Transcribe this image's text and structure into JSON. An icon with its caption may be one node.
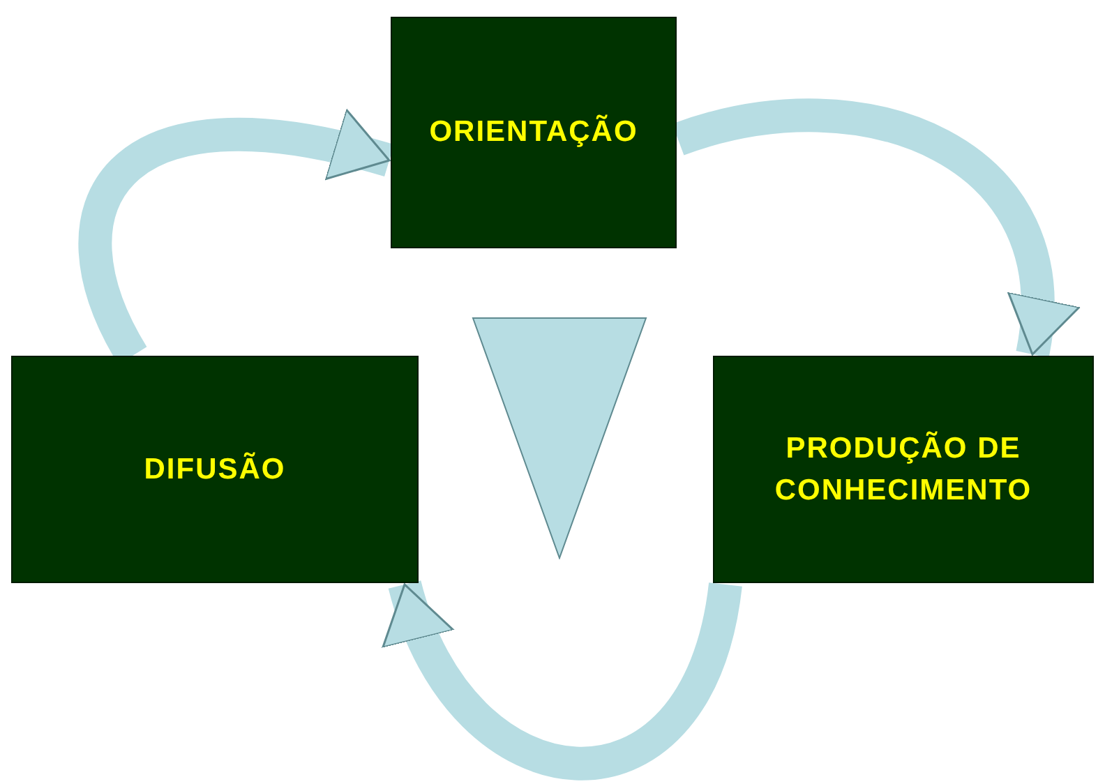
{
  "diagram": {
    "nodes": [
      {
        "text": [
          "ORIENTAÇÃO"
        ]
      },
      {
        "text": [
          "PRODUÇÃO DE CONHECIMENTO"
        ]
      },
      {
        "text": [
          "DIFUSÃO"
        ]
      },
      {
        "text": [],
        "shape": "triangle"
      }
    ],
    "edges": [
      {
        "from": 2,
        "to": 0,
        "arrow": "to"
      },
      {
        "from": 0,
        "to": 1,
        "arrow": "to"
      },
      {
        "from": 1,
        "to": 2,
        "arrow": "to"
      }
    ]
  }
}
